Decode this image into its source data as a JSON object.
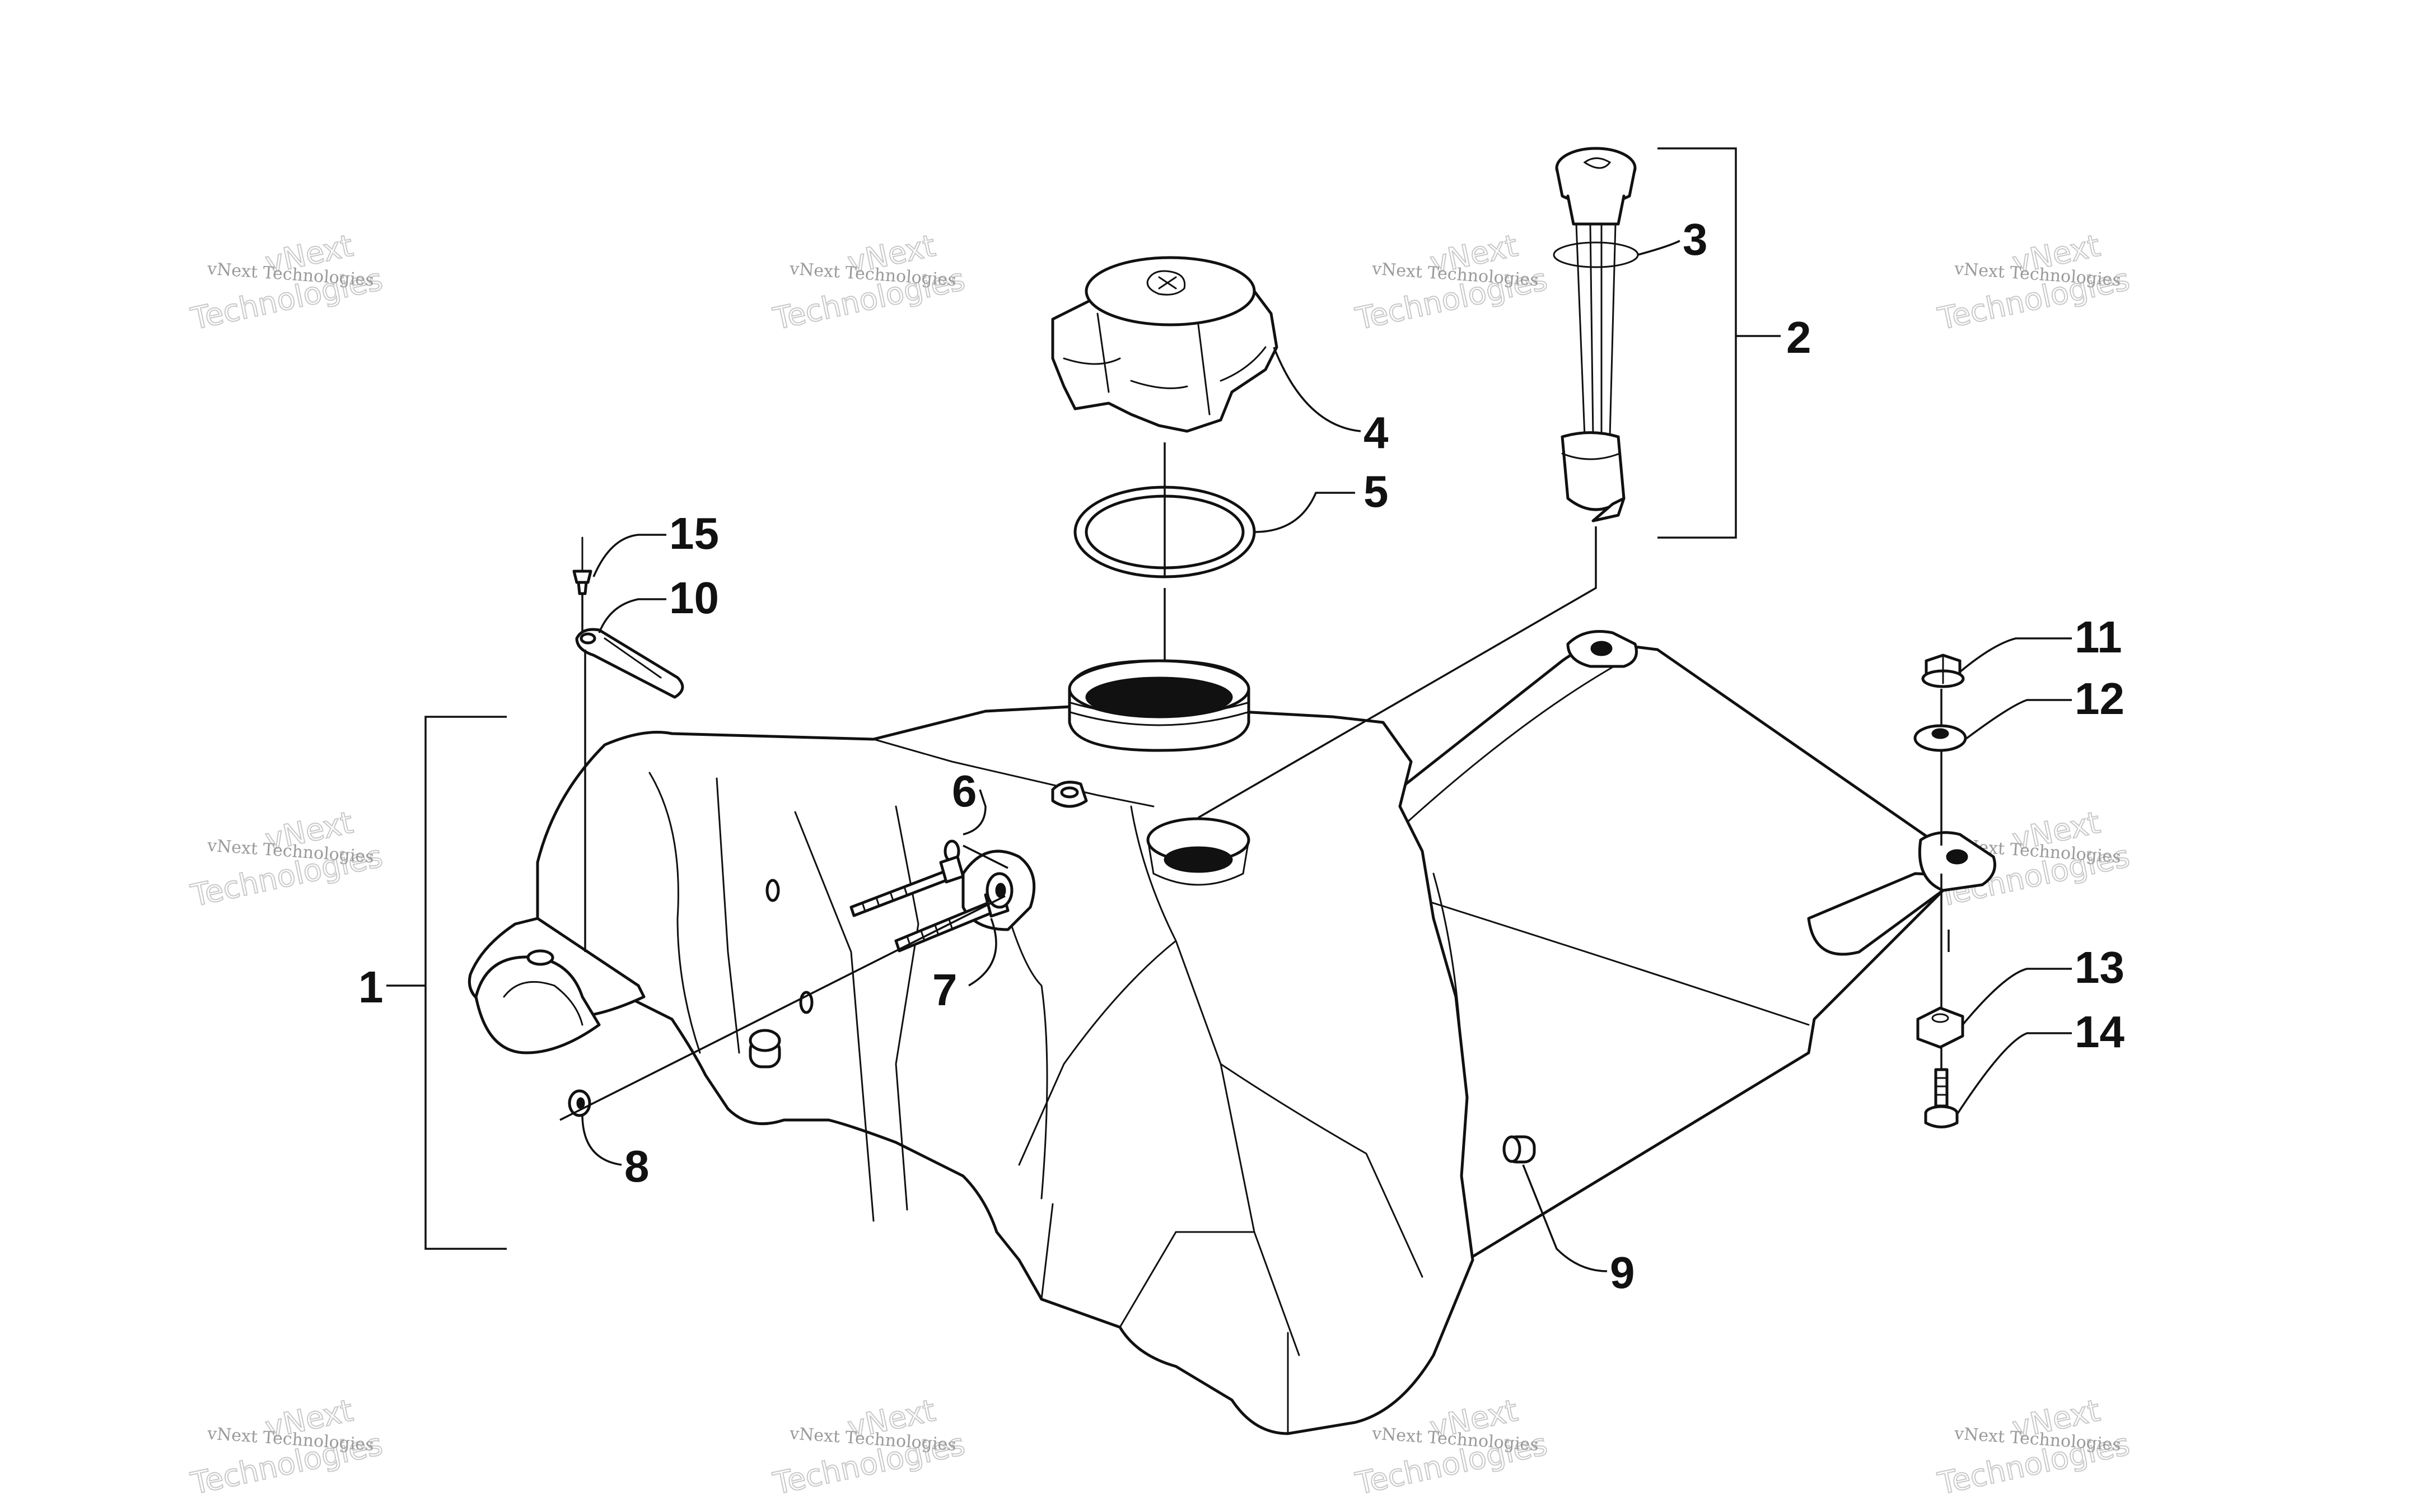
{
  "callouts": [
    "1",
    "2",
    "3",
    "4",
    "5",
    "6",
    "7",
    "8",
    "9",
    "10",
    "11",
    "12",
    "13",
    "14",
    "15"
  ],
  "watermark": {
    "line1": "vNext Technologies",
    "line2a": "vNext",
    "line2b": "Technologies"
  }
}
